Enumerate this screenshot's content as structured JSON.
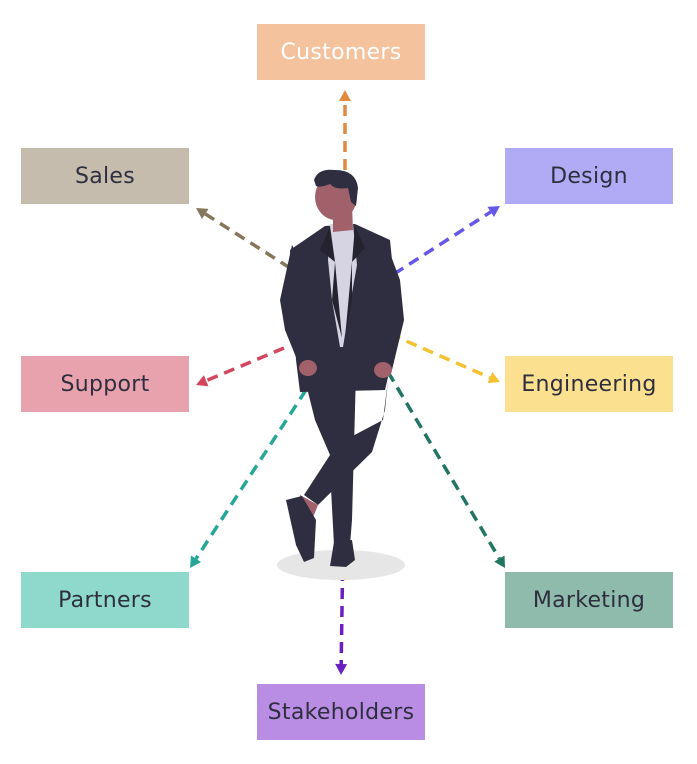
{
  "nodes": [
    {
      "id": "customers",
      "label": "Customers",
      "color": "#f5c29e",
      "text_color": "#ffffff"
    },
    {
      "id": "sales",
      "label": "Sales",
      "color": "#c5bcad",
      "text_color": "#2e2e3e"
    },
    {
      "id": "design",
      "label": "Design",
      "color": "#b1abf6",
      "text_color": "#2e2e3e"
    },
    {
      "id": "support",
      "label": "Support",
      "color": "#e7a2ae",
      "text_color": "#2e2e3e"
    },
    {
      "id": "engineering",
      "label": "Engineering",
      "color": "#fbe08f",
      "text_color": "#2e2e3e"
    },
    {
      "id": "partners",
      "label": "Partners",
      "color": "#8fd9cc",
      "text_color": "#2e2e3e"
    },
    {
      "id": "marketing",
      "label": "Marketing",
      "color": "#8fbbad",
      "text_color": "#2e2e3e"
    },
    {
      "id": "stakeholders",
      "label": "Stakeholders",
      "color": "#b98de4",
      "text_color": "#2e2e3e"
    }
  ],
  "connectors": [
    {
      "to": "customers",
      "color": "#e08a3e"
    },
    {
      "to": "sales",
      "color": "#85765c"
    },
    {
      "to": "design",
      "color": "#6557e8"
    },
    {
      "to": "support",
      "color": "#d2465e"
    },
    {
      "to": "engineering",
      "color": "#f2c230"
    },
    {
      "to": "partners",
      "color": "#26a697"
    },
    {
      "to": "marketing",
      "color": "#217563"
    },
    {
      "to": "stakeholders",
      "color": "#6a1fc2"
    }
  ],
  "center_figure": {
    "icon": "businessman-illustration",
    "suit_color": "#2f2e41",
    "skin_color": "#a0616a",
    "shirt_color": "#e0dfea",
    "shadow_color": "#e6e6e6"
  }
}
